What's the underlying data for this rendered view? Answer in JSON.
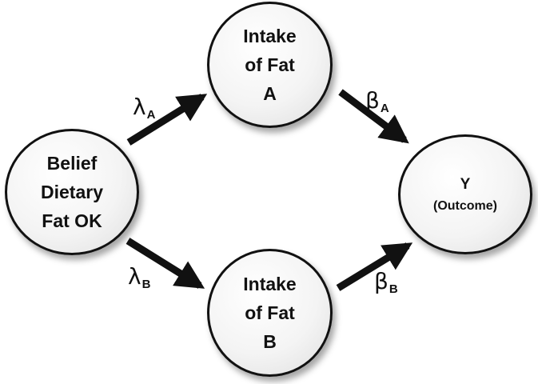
{
  "nodes": {
    "belief": {
      "lines": [
        "Belief",
        "Dietary",
        "Fat OK"
      ]
    },
    "intake_a": {
      "lines": [
        "Intake",
        "of Fat",
        "A"
      ]
    },
    "intake_b": {
      "lines": [
        "Intake",
        "of Fat",
        "B"
      ]
    },
    "outcome": {
      "lines": [
        "Y",
        "(Outcome)"
      ]
    }
  },
  "edges": {
    "lambda_a": {
      "symbol": "λ",
      "sub": "A"
    },
    "lambda_b": {
      "symbol": "λ",
      "sub": "B"
    },
    "beta_a": {
      "symbol": "β",
      "sub": "A"
    },
    "beta_b": {
      "symbol": "β",
      "sub": "B"
    }
  },
  "colors": {
    "stroke": "#111111",
    "node_fill": "#f4f4f4"
  }
}
